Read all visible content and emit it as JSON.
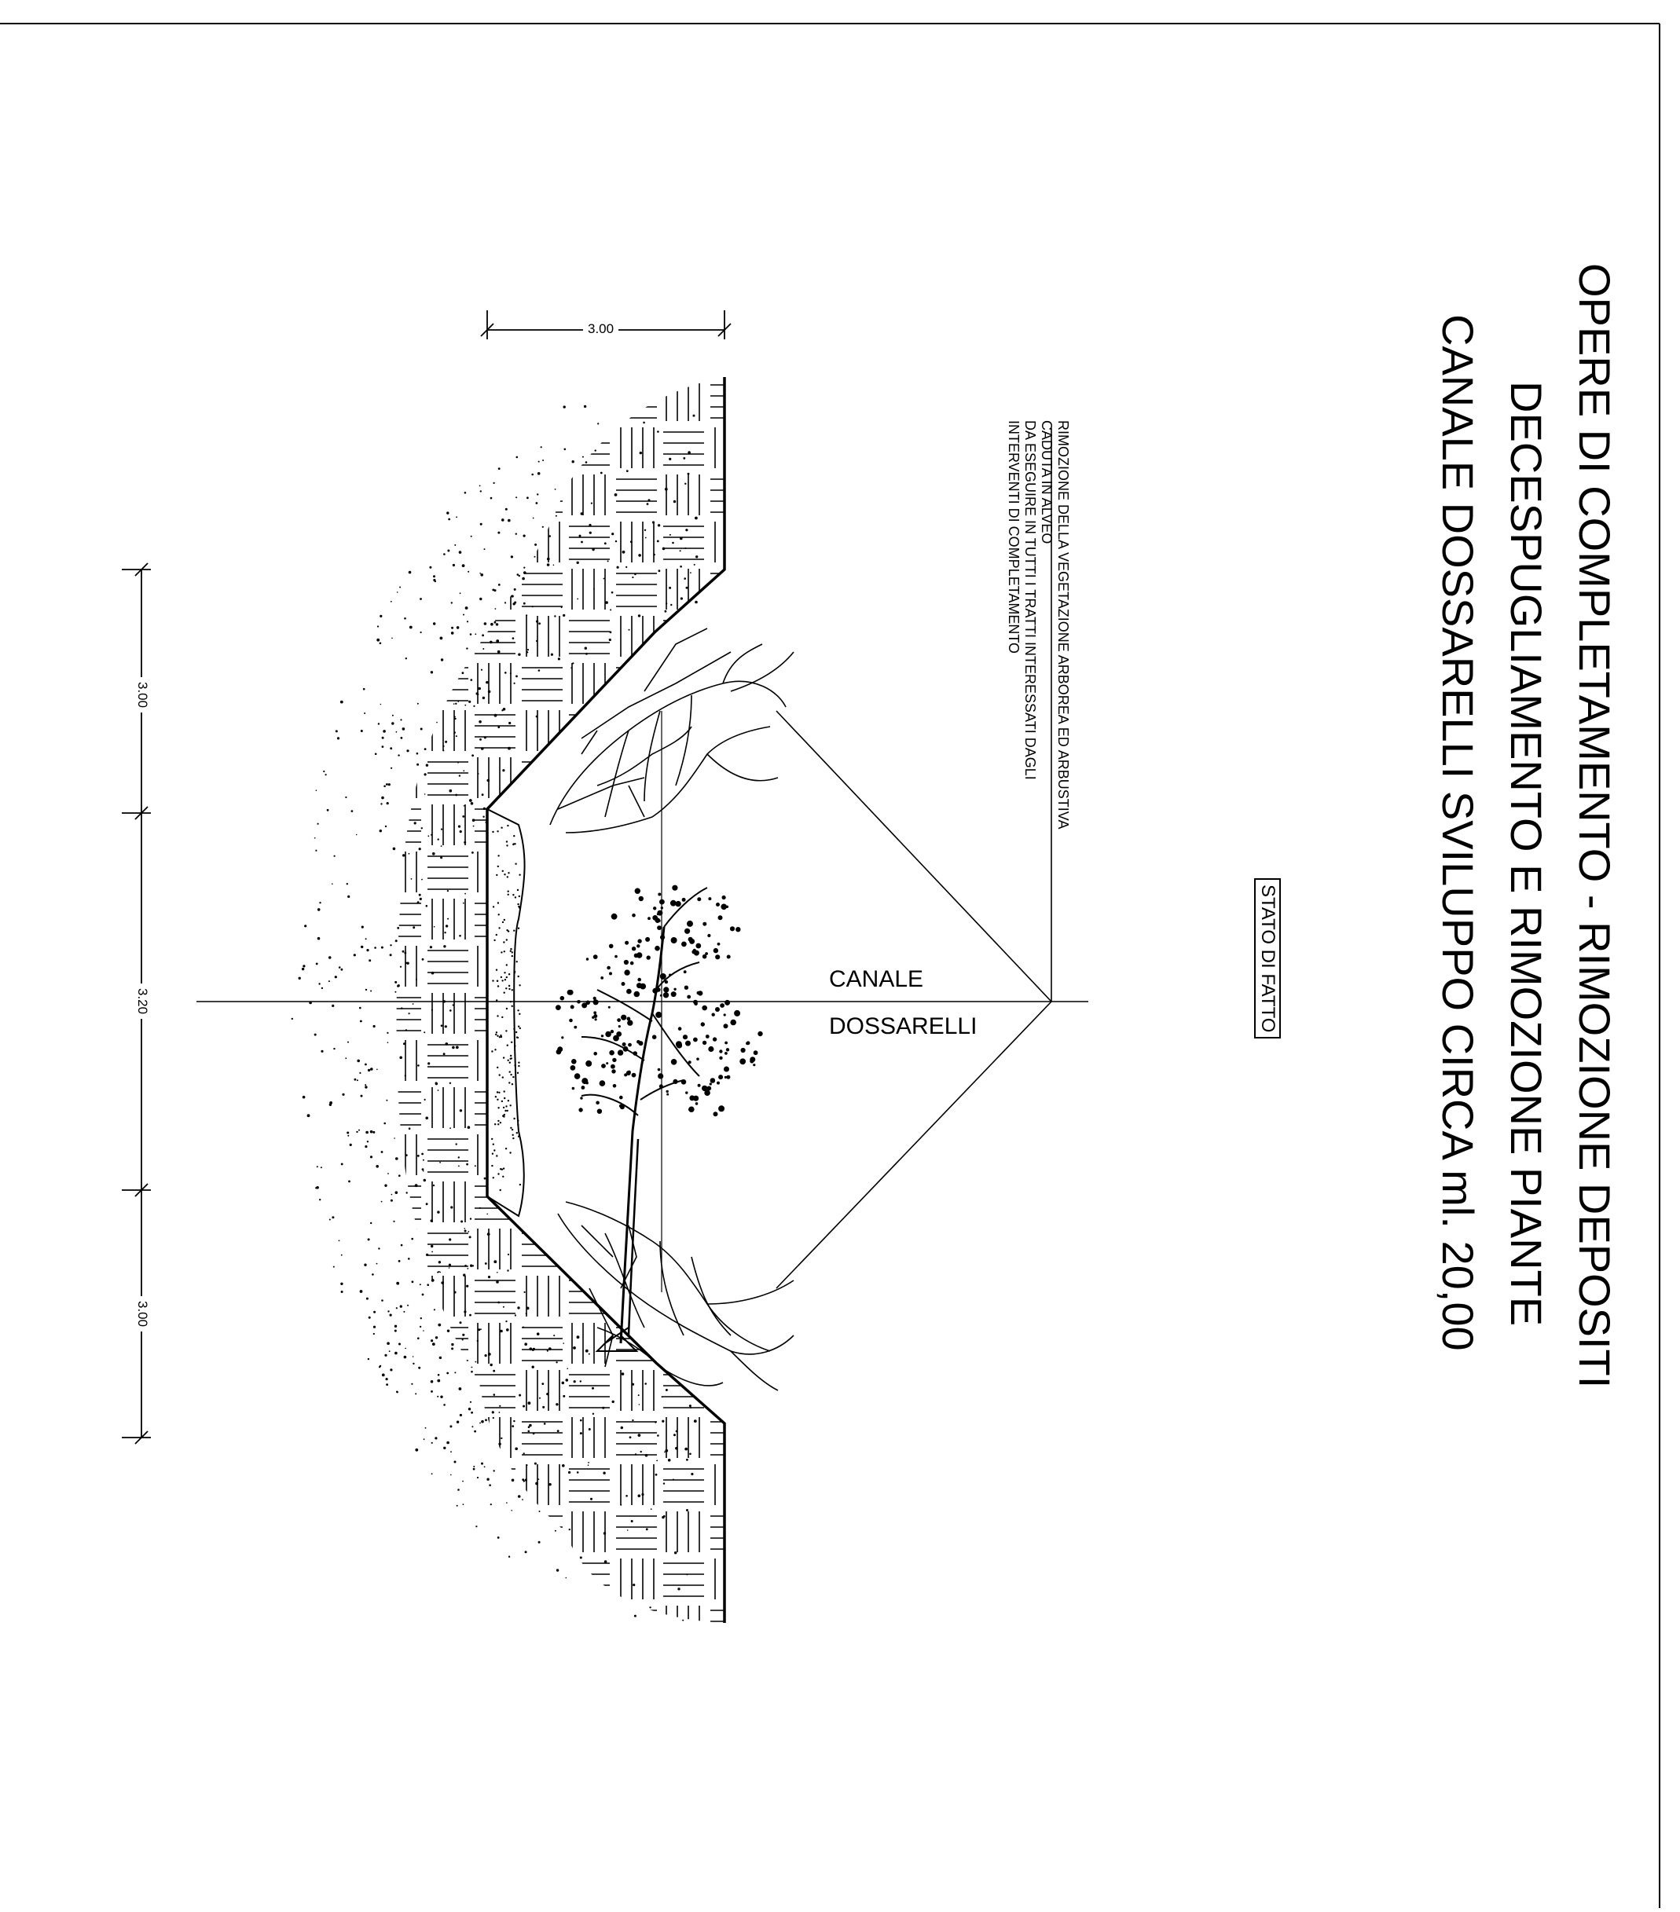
{
  "title": {
    "line1": "OPERE DI COMPLETAMENTO - RIMOZIONE DEPOSITI",
    "line2": "DECESPUGLIAMENTO E RIMOZIONE PIANTE",
    "line3": "CANALE DOSSARELLI SVILUPPO CIRCA ml. 20,00"
  },
  "stato_label": "STATO DI FATTO",
  "note": {
    "line1": "RIMOZIONE DELLA VEGETAZIONE ARBOREA ED ARBUSTIVA",
    "line2": "CADUTA IN ALVEO",
    "line3": "DA ESEGUIRE IN TUTTI I TRATTI INTERESSATI DAGLI",
    "line4": "INTERVENTI DI COMPLETAMENTO"
  },
  "canal_label": {
    "line1": "CANALE",
    "line2": "DOSSARELLI"
  },
  "dimensions": {
    "top_width": "3.00",
    "left_segment": "3.00",
    "center_segment": "3.20",
    "right_segment": "3.00"
  }
}
